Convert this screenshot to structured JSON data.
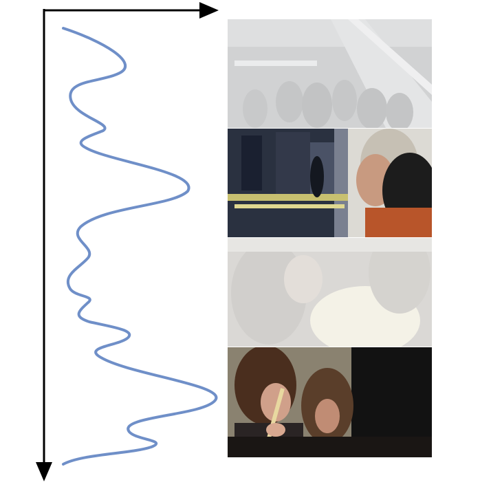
{
  "colors": {
    "axis": "#000000",
    "curve": "#6f8fc8",
    "background": "#ffffff"
  },
  "axes": {
    "horizontal": "arrow-right",
    "vertical": "arrow-down"
  },
  "frames": [
    {
      "scene": "escalator-crowd",
      "highlighted": false
    },
    {
      "scene": "woman-on-train-platform",
      "highlighted": true
    },
    {
      "scene": "crowd-close-up",
      "highlighted": false
    },
    {
      "scene": "girls-playing-flute",
      "highlighted": true
    }
  ]
}
